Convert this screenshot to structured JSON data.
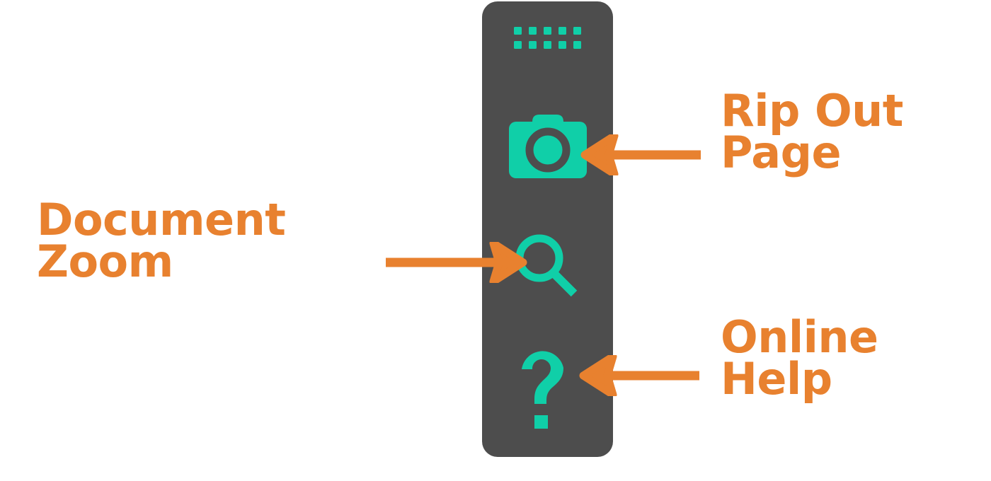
{
  "app": {
    "type": "floating-vertical-toolbar",
    "background_color": "#ffffff"
  },
  "toolbar": {
    "panel_color": "#4d4d4d",
    "icon_color": "#10cfa8",
    "drag_handle": {
      "icon": "grip-dots-icon",
      "rows": 2,
      "columns": 5,
      "dot_count": 10
    },
    "buttons": [
      {
        "id": "rip-out-page",
        "icon": "camera-icon",
        "label": "Rip Out Page"
      },
      {
        "id": "document-zoom",
        "icon": "magnifier-icon",
        "label": "Document Zoom"
      },
      {
        "id": "online-help",
        "icon": "question-mark-icon",
        "label": "Online Help"
      }
    ]
  },
  "annotations": {
    "accent_color": "#e8812f",
    "callouts": [
      {
        "id": "rip-out-page",
        "text": "Rip Out\nPage",
        "arrow_direction": "left",
        "points_to": "camera-icon"
      },
      {
        "id": "document-zoom",
        "text": "Document\nZoom",
        "arrow_direction": "right",
        "points_to": "magnifier-icon"
      },
      {
        "id": "online-help",
        "text": "Online\nHelp",
        "arrow_direction": "left",
        "points_to": "question-mark-icon"
      }
    ]
  }
}
